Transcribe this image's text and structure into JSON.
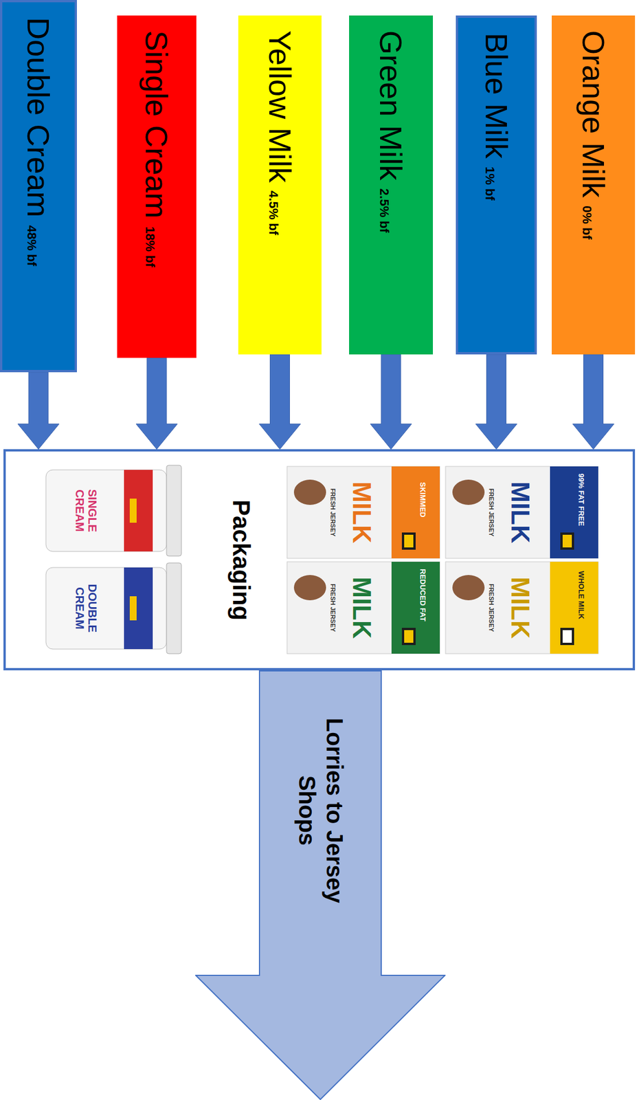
{
  "diagram": {
    "nodes": [
      {
        "text": [
          "Double Cream",
          "48% bf"
        ]
      },
      {
        "text": [
          "Single Cream",
          "18% bf"
        ]
      },
      {
        "text": [
          "Yellow Milk",
          "4.5% bf"
        ]
      },
      {
        "text": [
          "Green Milk",
          "2.5% bf"
        ]
      },
      {
        "text": [
          "Blue Milk",
          "1% bf"
        ]
      },
      {
        "text": [
          "Orange Milk",
          "0% bf"
        ]
      },
      {
        "text": [
          "Packaging"
        ]
      },
      {
        "text": [
          "Lorries to Jersey Shops"
        ]
      }
    ],
    "edges": [
      {
        "from": 0,
        "to": 6,
        "arrow": "to"
      },
      {
        "from": 1,
        "to": 6,
        "arrow": "to"
      },
      {
        "from": 2,
        "to": 6,
        "arrow": "to"
      },
      {
        "from": 3,
        "to": 6,
        "arrow": "to"
      },
      {
        "from": 4,
        "to": 6,
        "arrow": "to"
      },
      {
        "from": 5,
        "to": 6,
        "arrow": "to"
      }
    ],
    "labels": [
      "SKIMMED",
      "MILK",
      "FRESH JERSEY",
      "99% FAT FREE",
      "MILK",
      "FRESH JERSEY",
      "REDUCED FAT",
      "MILK",
      "FRESH JERSEY",
      "WHOLE MILK",
      "MILK",
      "FRESH JERSEY",
      "SINGLE CREAM",
      "DOUBLE CREAM"
    ]
  }
}
